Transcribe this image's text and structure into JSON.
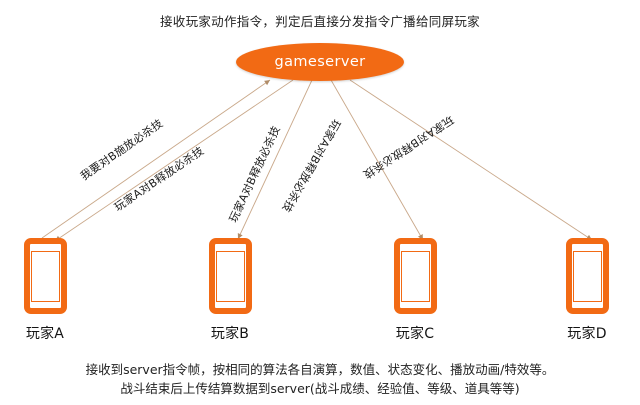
{
  "diagram": {
    "top_caption": "接收玩家动作指令，判定后直接分发指令广播给同屏玩家",
    "server": {
      "label": "gameserver",
      "color": "#f26a14"
    },
    "bottom_caption": {
      "line1": "接收到server指令帧，按相同的算法各自演算，数值、状态变化、播放动画/特效等。",
      "line2": "战斗结束后上传结算数据到server(战斗成绩、经验值、等级、道具等等)"
    },
    "players": [
      {
        "id": "a",
        "label": "玩家A"
      },
      {
        "id": "b",
        "label": "玩家B"
      },
      {
        "id": "c",
        "label": "玩家C"
      },
      {
        "id": "d",
        "label": "玩家D"
      }
    ],
    "edge_labels": {
      "uplink_from_a": "我要对B施放必杀技",
      "broadcast_to_a": "玩家A对B释放必杀技",
      "broadcast_to_b": "玩家A对B释放必杀技",
      "broadcast_to_c": "玩家A对B释放必杀技",
      "broadcast_to_d": "玩家A对B释放必杀技"
    },
    "link_color": "#c9a88a"
  }
}
